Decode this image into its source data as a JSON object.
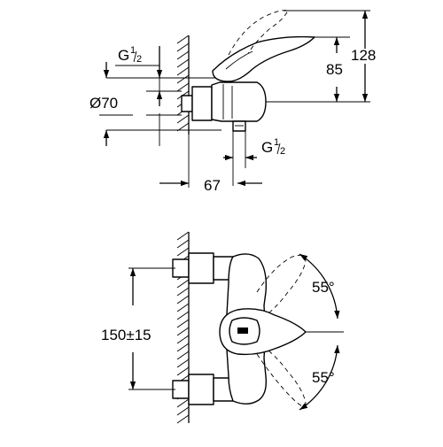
{
  "top_view": {
    "thread_top": {
      "g": "G",
      "num": "1",
      "den": "2"
    },
    "diameter": "Ø70",
    "thread_bottom": {
      "g": "G",
      "num": "1",
      "den": "2"
    },
    "width": "67",
    "height_85": "85",
    "height_128": "128"
  },
  "front_view": {
    "spacing": "150±15",
    "angle_top": "55°",
    "angle_bottom": "55°"
  }
}
